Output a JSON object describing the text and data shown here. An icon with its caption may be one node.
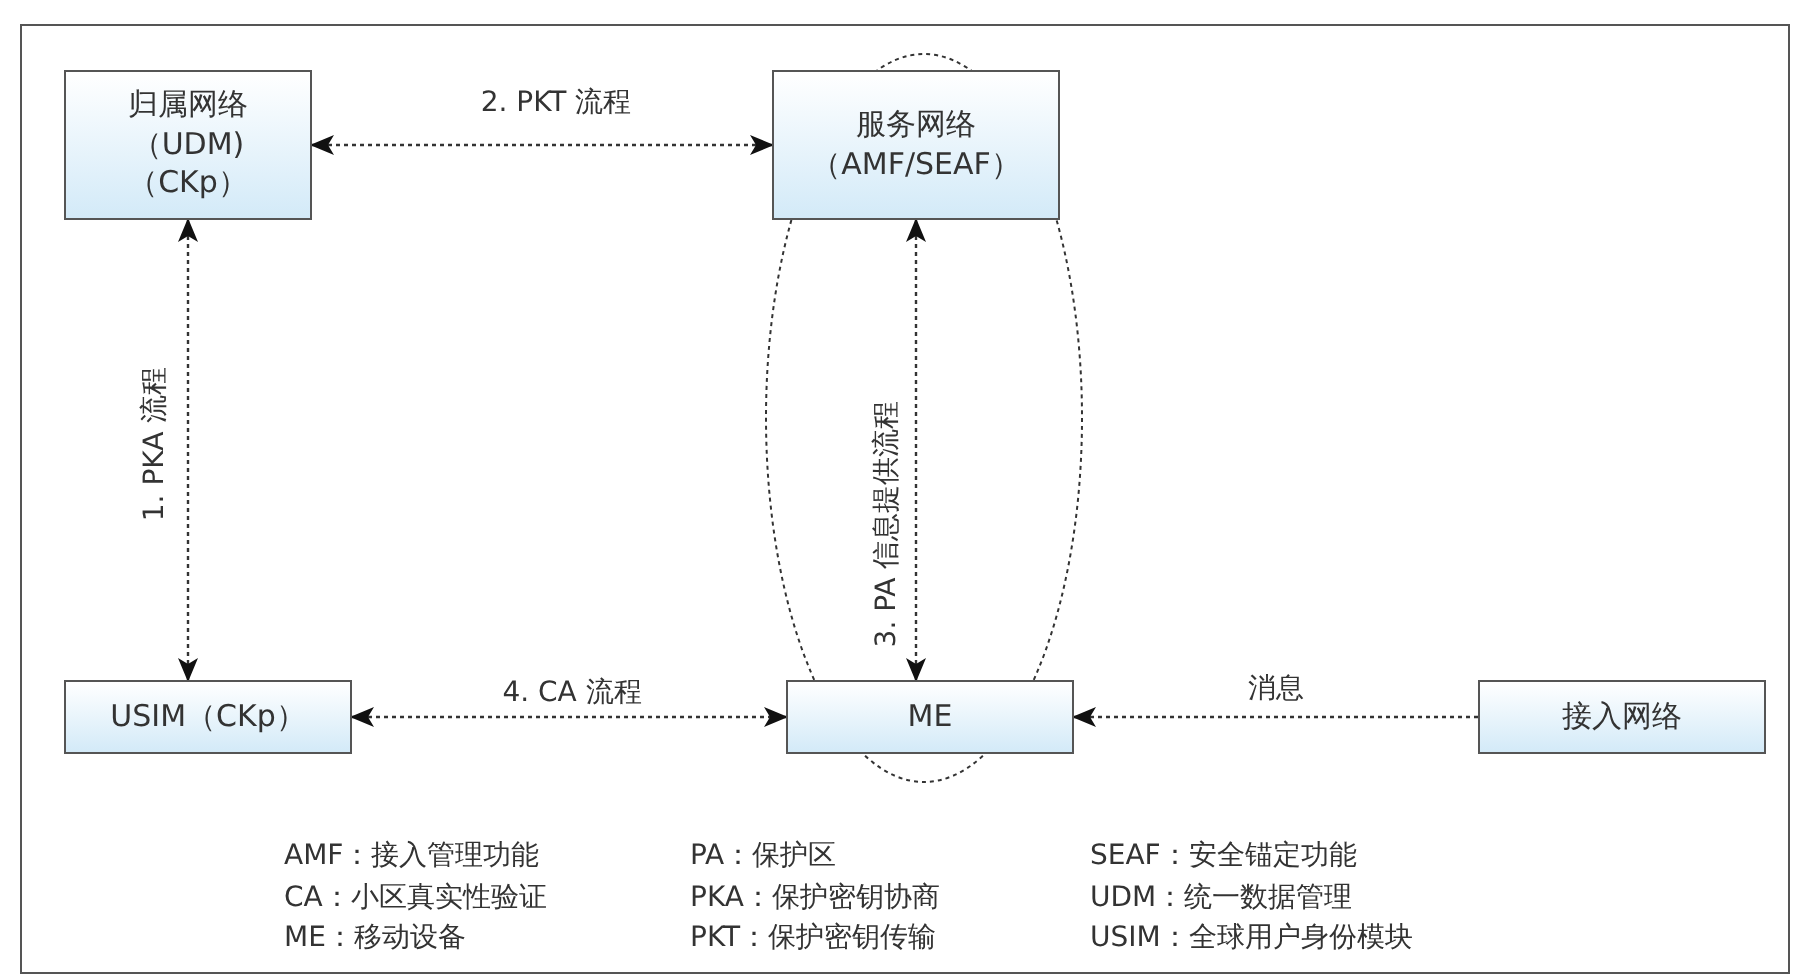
{
  "diagram": {
    "nodes": [
      {
        "text": [
          "归属网络",
          "（UDM)",
          "（CKp）"
        ]
      },
      {
        "text": [
          "服务网络",
          "（AMF/SEAF）"
        ]
      },
      {
        "text": [
          "USIM（CKp）"
        ]
      },
      {
        "text": [
          "ME"
        ]
      },
      {
        "text": [
          "接入网络"
        ]
      }
    ],
    "edges": [
      {
        "from": 0,
        "to": 1,
        "arrow": "both",
        "label": "2. PKT 流程"
      },
      {
        "from": 0,
        "to": 2,
        "arrow": "both",
        "label": "1. PKA 流程"
      },
      {
        "from": 1,
        "to": 3,
        "arrow": "both",
        "label": "3. PA 信息提供流程"
      },
      {
        "from": 2,
        "to": 3,
        "arrow": "both",
        "label": "4. CA 流程"
      },
      {
        "from": 4,
        "to": 3,
        "arrow": "to",
        "label": "消息"
      }
    ],
    "labels": [
      "AMF：接入管理功能",
      "PA：保护区",
      "SEAF：安全锚定功能",
      "CA：小区真实性验证",
      "PKA：保护密钥协商",
      "UDM：统一数据管理",
      "ME：移动设备",
      "PKT：保护密钥传输",
      "USIM：全球用户身份模块"
    ]
  }
}
